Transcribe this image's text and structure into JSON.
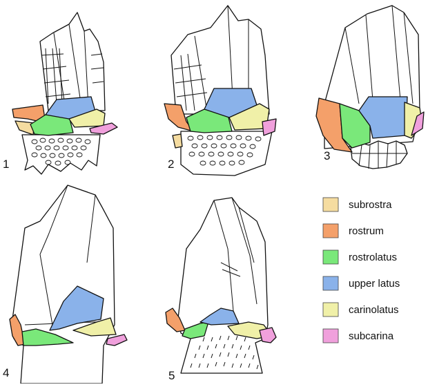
{
  "figure_numbers": [
    "1",
    "2",
    "3",
    "4",
    "5"
  ],
  "legend": [
    {
      "label": "subrostra",
      "color": "#f5dca0"
    },
    {
      "label": "rostrum",
      "color": "#f4a06a"
    },
    {
      "label": "rostrolatus",
      "color": "#7ae87a"
    },
    {
      "label": "upper latus",
      "color": "#8ab2ea"
    },
    {
      "label": "carinolatus",
      "color": "#f0f0a8"
    },
    {
      "label": "subcarina",
      "color": "#f0a0dc"
    }
  ]
}
